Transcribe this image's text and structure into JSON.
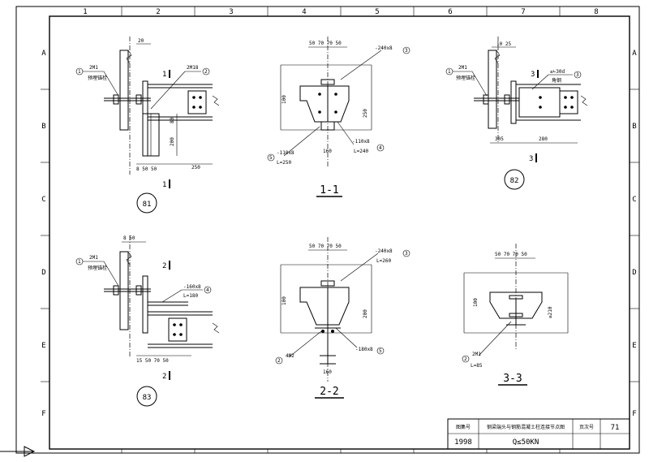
{
  "frame": {
    "col_labels": [
      "1",
      "2",
      "3",
      "4",
      "5",
      "6",
      "7",
      "8"
    ],
    "row_labels": [
      "A",
      "B",
      "C",
      "D",
      "E",
      "F"
    ]
  },
  "title_block": {
    "atlas": "图集号",
    "year": "1998",
    "title": "钢梁端头与钢筋混凝土柱连接节点图",
    "load": "Q≤50KN",
    "page_label": "页次号",
    "page_value": "71"
  },
  "details": {
    "d81": {
      "id": "81",
      "bolt_top": "2M1",
      "bolt_top_note": "预埋锚栓",
      "bolt_side": "2M18",
      "marker_1": "1",
      "marker_2": "2",
      "dim_top": "20",
      "dim_80": "80",
      "dim_200": "200",
      "dim_250": "250",
      "dim_bottom": "8  50 50",
      "section_mark": "1"
    },
    "d82": {
      "id": "82",
      "bolt_top": "2M1",
      "bolt_top_note": "预埋锚栓",
      "angle": "≥∟30d",
      "angle_note": "角钢",
      "marker_1": "1",
      "marker_3": "3",
      "dim_top": "10 25",
      "dim_305": "305",
      "dim_280": "280",
      "section_mark": "3"
    },
    "d83": {
      "id": "83",
      "bolt_top": "2M1",
      "bolt_top_note": "预埋锚栓",
      "plate": "-160x8",
      "plate_len": "L=180",
      "marker_1": "1",
      "marker_4": "4",
      "dim_top": "8 50",
      "dim_bottom": "15 50 70 50",
      "section_mark": "2"
    },
    "s11": {
      "label": "1-1",
      "dims_top": "50 70 70 50",
      "plate_top": "-240x8",
      "m_top": "3",
      "plate_left": "-110x8",
      "left_len": "L=250",
      "m_left": "5",
      "plate_right": "-110x8",
      "right_len": "L=240",
      "m_right": "4",
      "dim_100": "100",
      "dim_250": "250",
      "dim_160": "160"
    },
    "s22": {
      "label": "2-2",
      "dims_top": "50 70 70 50",
      "plate_top": "-240x8",
      "top_len": "L=260",
      "m_top": "3",
      "bolt": "4M2",
      "m_bolt": "2",
      "plate_right": "-180x8",
      "m_right": "5",
      "dim_100": "100",
      "dim_200": "200",
      "dim_160": "160"
    },
    "s33": {
      "label": "3-3",
      "dims_top": "50 70 70 50",
      "bolt": "2M1",
      "bolt_len": "L=85",
      "m_bolt": "2",
      "dim_100": "100",
      "dim_210": "≥210"
    }
  }
}
